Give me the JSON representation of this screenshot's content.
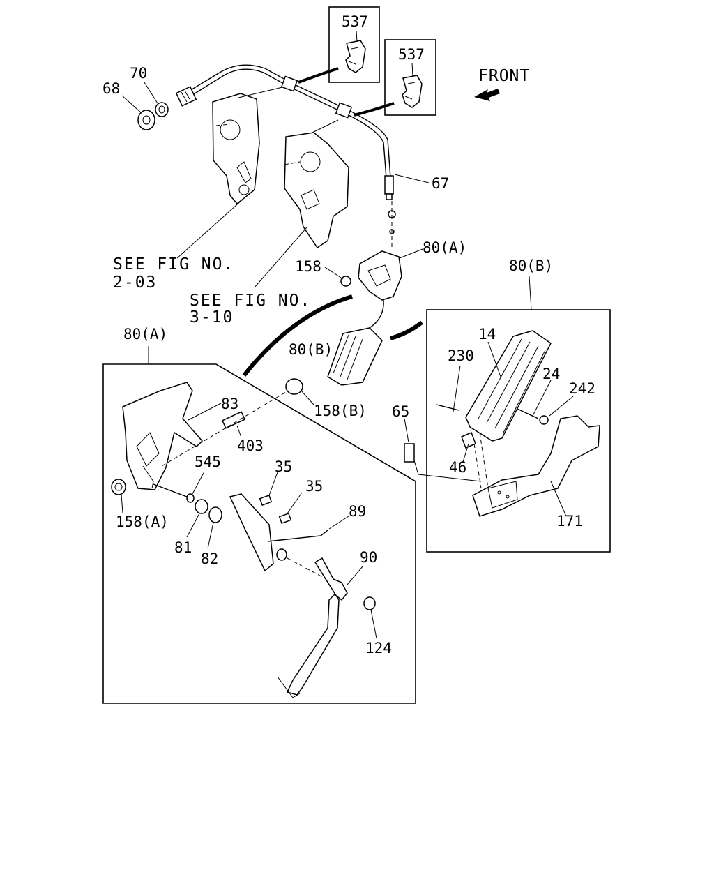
{
  "labels": {
    "p537a": "537",
    "p537b": "537",
    "front": "FRONT",
    "p70": "70",
    "p68": "68",
    "p67": "67",
    "see1_l1": "SEE FIG NO.",
    "see1_l2": "2-03",
    "see2_l1": "SEE FIG NO.",
    "see2_l2": "3-10",
    "p80a_top": "80(A)",
    "p158": "158",
    "p80b_top": "80(B)",
    "p80b_mid": "80(B)",
    "p80a_box": "80(A)",
    "p83": "83",
    "p403": "403",
    "p158b": "158(B)",
    "p545": "545",
    "p158a": "158(A)",
    "p81": "81",
    "p82": "82",
    "p35a": "35",
    "p35b": "35",
    "p89": "89",
    "p90": "90",
    "p124": "124",
    "p14": "14",
    "p230": "230",
    "p24": "24",
    "p242": "242",
    "p65": "65",
    "p46": "46",
    "p171": "171"
  }
}
